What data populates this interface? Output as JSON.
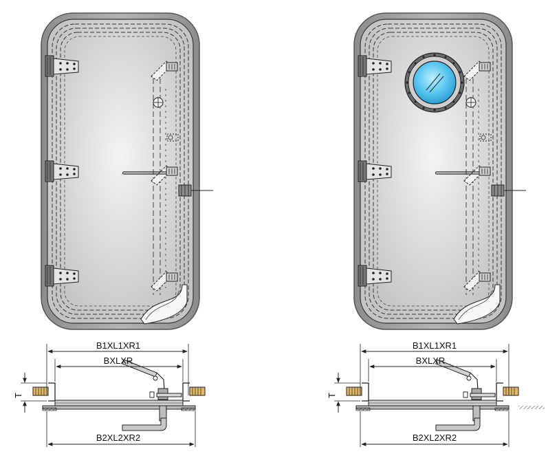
{
  "figure": {
    "doors": [
      {
        "variant": "solid",
        "has_porthole": false
      },
      {
        "variant": "with-porthole",
        "has_porthole": true
      }
    ],
    "dimension_labels": {
      "outer": "B1XL1XR1",
      "inner": "BXLXR",
      "base": "B2XL2XR2",
      "thickness": "T"
    },
    "colors": {
      "frame": "#9a9a9a",
      "panel": "#dcdcdc",
      "porthole_glass": "#57c6f0",
      "line": "#222222"
    }
  }
}
